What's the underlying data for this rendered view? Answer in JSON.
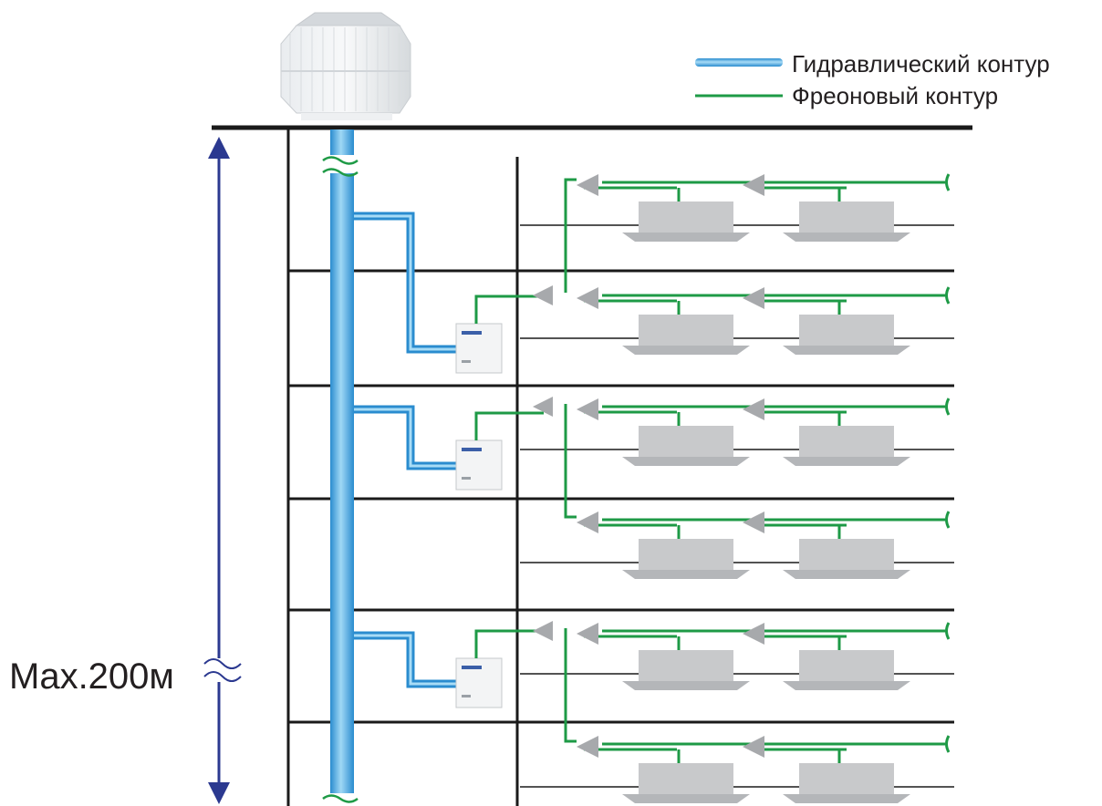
{
  "legend": {
    "hydraulic_label": "Гидравлический контур",
    "freon_label": "Фреоновый контур"
  },
  "height_label": "Max.200м",
  "colors": {
    "water_pipe": "#5ab4e8",
    "freon_pipe": "#1e9a46",
    "structure": "#1a1a1a",
    "arrow": "#2b3990",
    "indoor_unit": "#c8c9cb",
    "branch": "#a7a9ac"
  },
  "floors_count": 6,
  "floors_with_outdoor_unit": [
    1,
    2,
    4
  ],
  "floors_indoor_units_per_floor": 2
}
